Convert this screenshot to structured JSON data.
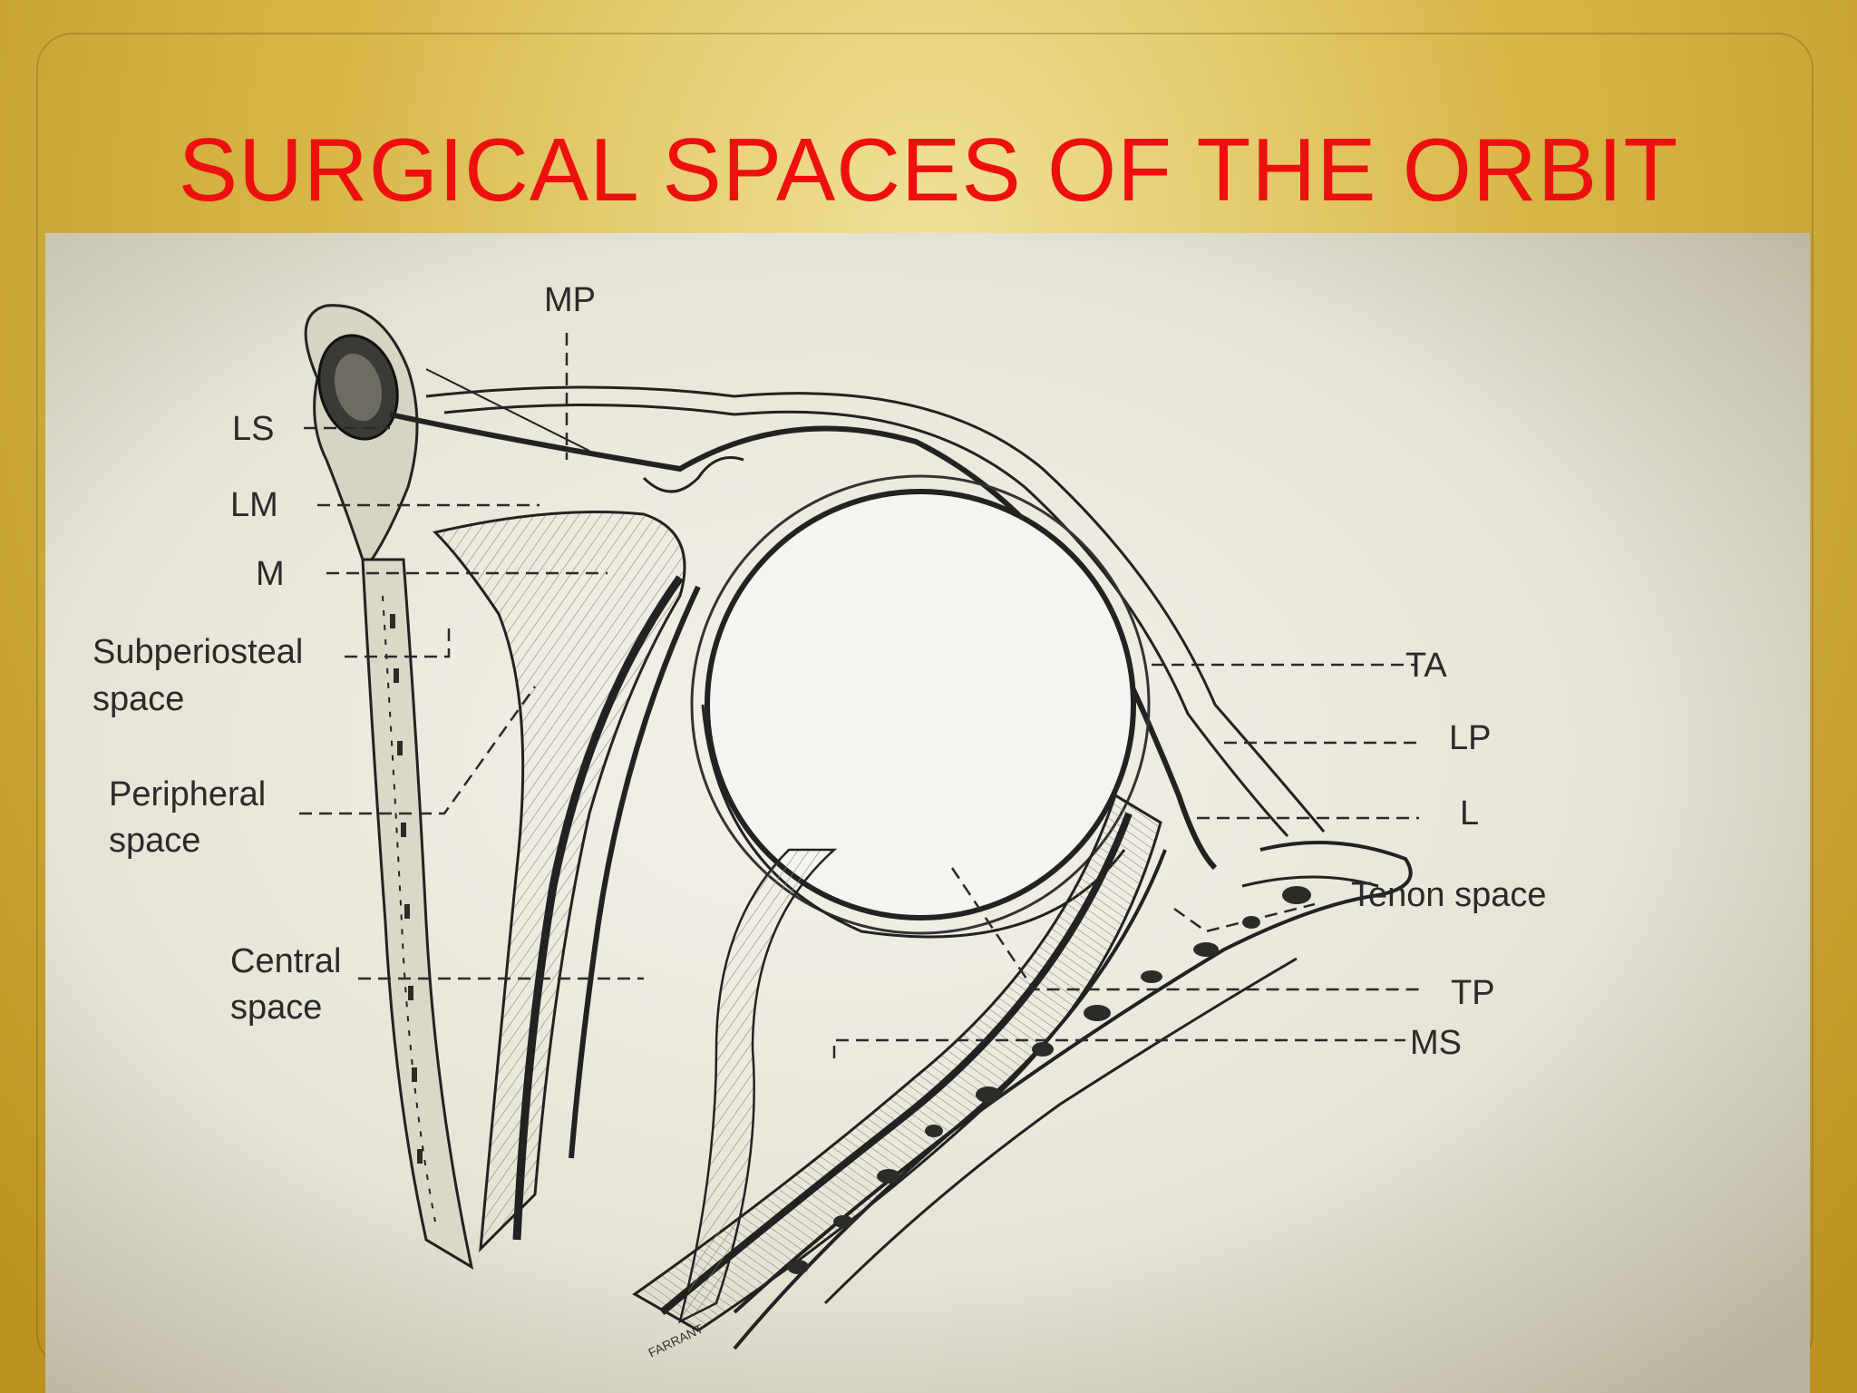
{
  "slide": {
    "title": "SURGICAL SPACES OF THE ORBIT",
    "title_color": "#ee0f0f",
    "frame_color": "#d9b84a"
  },
  "diagram": {
    "labels": {
      "mp": "MP",
      "ls": "LS",
      "lm": "LM",
      "m": "M",
      "subperiosteal_1": "Subperiosteal",
      "subperiosteal_2": "space",
      "peripheral_1": "Peripheral",
      "peripheral_2": "space",
      "central_1": "Central",
      "central_2": "space",
      "ta": "TA",
      "lp": "LP",
      "l": "L",
      "tenon": "Tenon space",
      "tp": "TP",
      "ms": "MS"
    },
    "artist_signature": "FARRANT"
  }
}
